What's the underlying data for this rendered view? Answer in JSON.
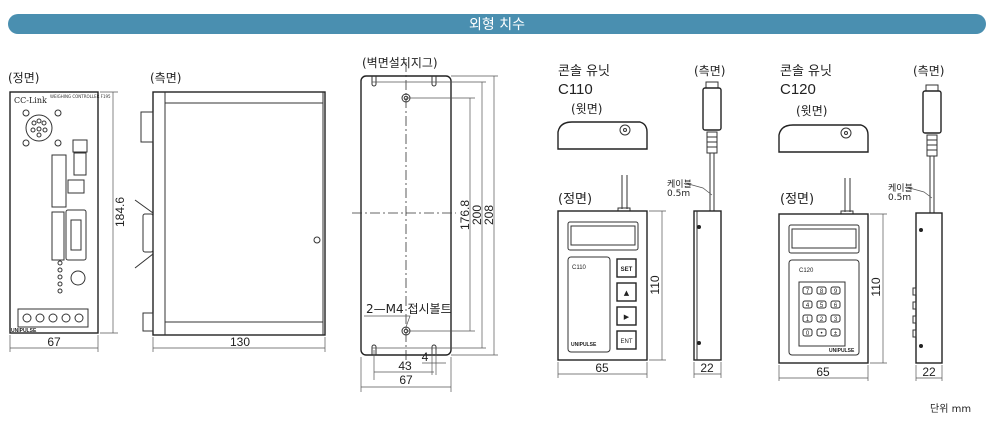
{
  "header": {
    "title": "외형 치수",
    "color": "#4a8fb0"
  },
  "controller": {
    "front_label": "(정면)",
    "side_label": "(측면)",
    "logo": "CC-Link",
    "model_text": "WEIGHING CONTROLLER F195",
    "brand": "UNIPULSE",
    "width": "67",
    "height": "184.6",
    "depth": "130"
  },
  "wall_jig": {
    "label": "(벽면설치지그)",
    "bolt_note": "2—M4 접시볼트",
    "dim_hole_pitch": "176.8",
    "dim_200": "200",
    "dim_208": "208",
    "dim_4": "4",
    "dim_43": "43",
    "dim_67": "67"
  },
  "c110": {
    "title": "콘솔 유닛",
    "model": "C110",
    "top_label": "(윗면)",
    "front_label": "(정면)",
    "side_label": "(측면)",
    "panel_model": "C110",
    "buttons": [
      "SET",
      "▲",
      "▶",
      "ENT"
    ],
    "brand": "UNIPULSE",
    "cable_label": "케이블",
    "cable_length": "0.5m",
    "width": "65",
    "height": "110",
    "depth": "22"
  },
  "c120": {
    "title": "콘솔 유닛",
    "model": "C120",
    "top_label": "(윗면)",
    "front_label": "(정면)",
    "side_label": "(측면)",
    "panel_model": "C120",
    "keys": [
      "7",
      "8",
      "9",
      "4",
      "5",
      "6",
      "1",
      "2",
      "3",
      "0",
      "•",
      "±"
    ],
    "brand": "UNIPULSE",
    "cable_label": "케이블",
    "cable_length": "0.5m",
    "width": "65",
    "height": "110",
    "depth": "22"
  },
  "unit_note": "단위  mm"
}
